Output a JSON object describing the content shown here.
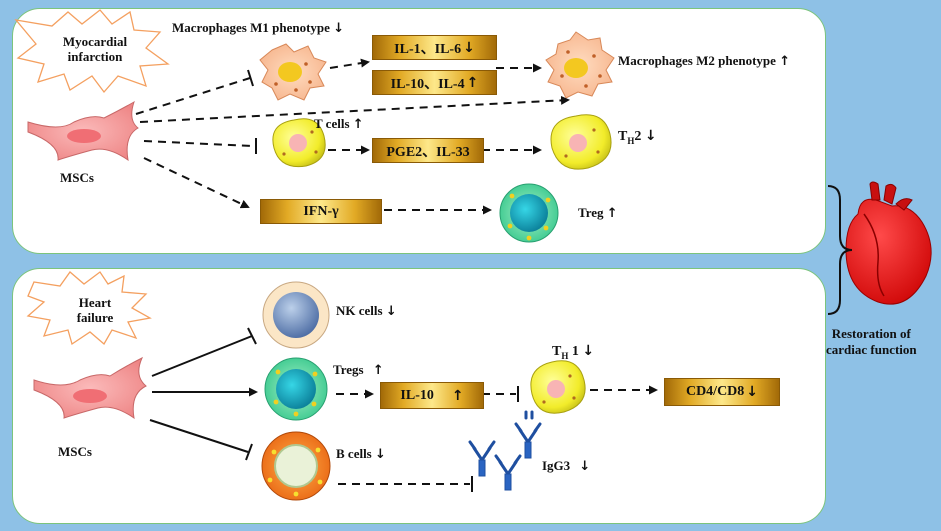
{
  "top": {
    "trigger": "Myocardial infarction",
    "msc_label": "MSCs",
    "m1_label": "Macrophages M1 phenotype",
    "m1_arrow": "↓",
    "box_il1": "IL-1、IL-6",
    "box_il1_arrow": "↓",
    "box_il10": "IL-10、IL-4",
    "box_il10_arrow": "↑",
    "m2_label": "Macrophages M2 phenotype",
    "m2_arrow": "↑",
    "tcells_label": "T cells",
    "tcells_arrow": "↑",
    "box_pge2": "PGE2、IL-33",
    "th2_main": "T",
    "th2_sub": "H",
    "th2_tail": "2",
    "th2_arrow": "↓",
    "box_ifn": "IFN-γ",
    "treg_label": "Treg",
    "treg_arrow": "↑"
  },
  "bottom": {
    "trigger": "Heart failure",
    "msc_label": "MSCs",
    "nk_label": "NK cells",
    "nk_arrow": "↓",
    "tregs_label": "Tregs",
    "tregs_arrow": "↑",
    "box_il10": "IL-10",
    "box_il10_arrow": "↑",
    "th1_main": "T",
    "th1_sub": "H",
    "th1_tail": " 1",
    "th1_arrow": "↓",
    "box_cd4": "CD4/CD8",
    "box_cd4_arrow": "↓",
    "bcells_label": "B cells",
    "bcells_arrow": "↓",
    "igg3_label": "IgG3",
    "igg3_arrow": "↓"
  },
  "outcome": {
    "line1": "Restoration of",
    "line2": "cardiac function"
  },
  "colors": {
    "panel_border": "#7cc47c",
    "background": "#8ec1e6",
    "msc_fill": "#f49a9a",
    "heart": "#e01010",
    "gold": "#e2aa25"
  }
}
